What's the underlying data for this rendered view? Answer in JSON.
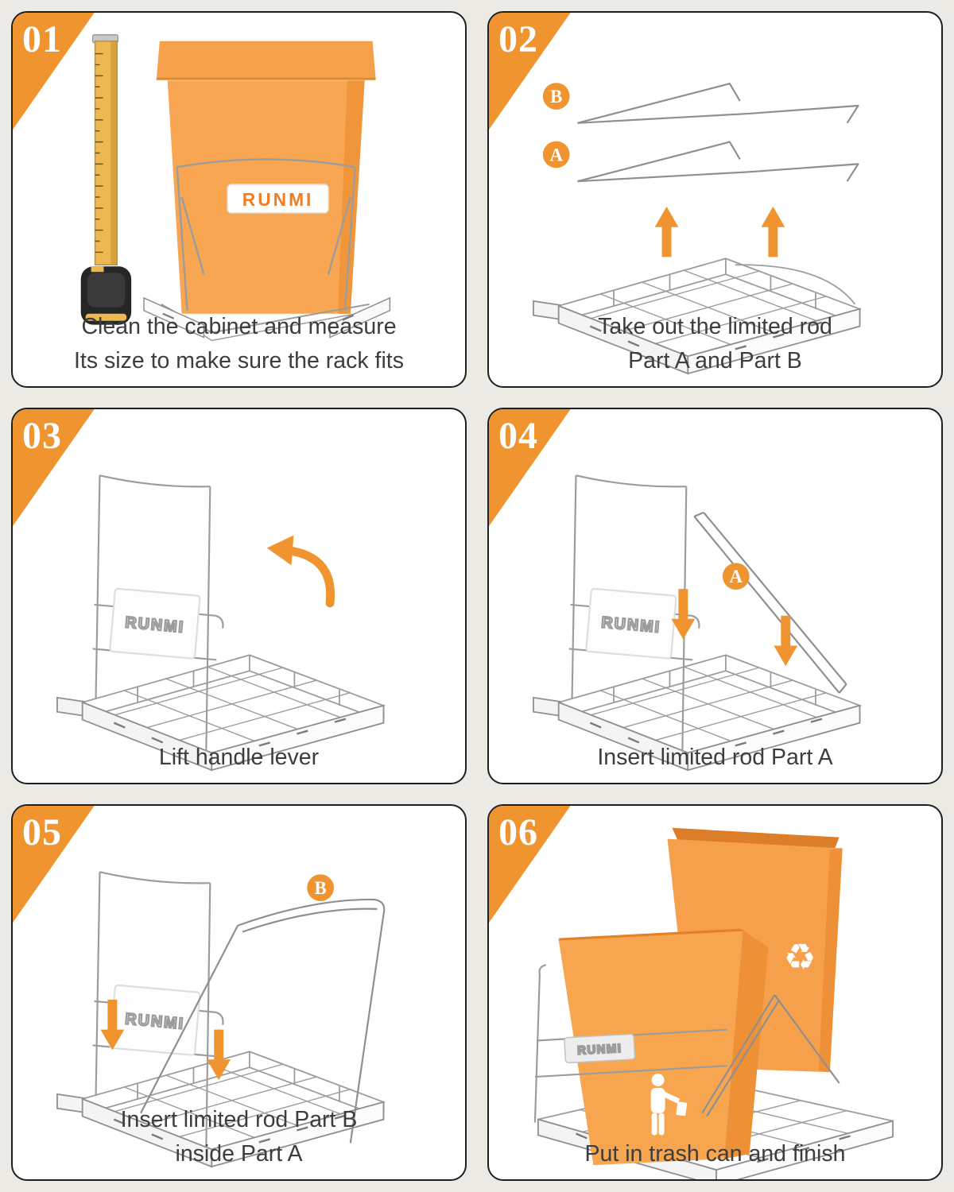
{
  "page": {
    "background": "#ECEAE5",
    "panel_background": "#FFFFFF",
    "panel_border_color": "#1F1F1F",
    "accent_orange": "#F0942F",
    "caption_color": "#3D3D3D",
    "bin_orange": "#F8A24C",
    "wire_gray": "#9C9C9C"
  },
  "brand": "RUNMI",
  "icons": {
    "recycle": "♻"
  },
  "steps": [
    {
      "number": "01",
      "caption_line1": "Clean the cabinet and measure",
      "caption_line2": "Its size to make sure the rack fits"
    },
    {
      "number": "02",
      "caption_line1": "Take out the limited rod",
      "caption_line2": "Part A and Part B",
      "label_b": "B",
      "label_a": "A"
    },
    {
      "number": "03",
      "caption_line1": "Lift handle lever",
      "caption_line2": ""
    },
    {
      "number": "04",
      "caption_line1": "Insert limited rod Part A",
      "caption_line2": "",
      "label_a": "A"
    },
    {
      "number": "05",
      "caption_line1": "Insert limited rod Part B",
      "caption_line2": "inside Part A",
      "label_b": "B"
    },
    {
      "number": "06",
      "caption_line1": "Put in trash can and finish",
      "caption_line2": ""
    }
  ]
}
